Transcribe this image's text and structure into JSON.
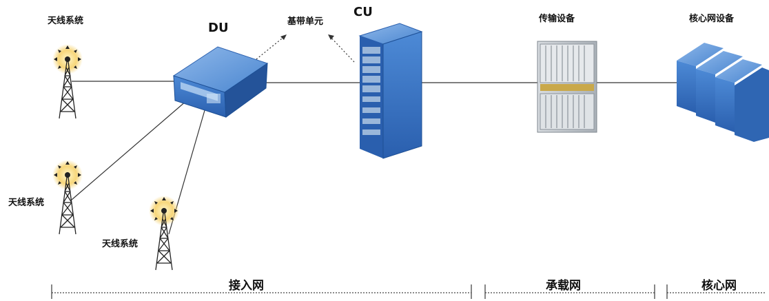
{
  "labels": {
    "antenna_top": "天线系统",
    "antenna_left": "天线系统",
    "antenna_bottom": "天线系统",
    "du": "DU",
    "baseband_unit": "基带单元",
    "cu": "CU",
    "transport_equipment": "传输设备",
    "core_equipment": "核心网设备"
  },
  "segments": {
    "access_network": "接入网",
    "bearer_network": "承载网",
    "core_network": "核心网"
  },
  "colors": {
    "device_blue": "#3a78c8",
    "device_dark": "#1d4f94",
    "line": "#333333",
    "glow": "#f7d67a"
  }
}
